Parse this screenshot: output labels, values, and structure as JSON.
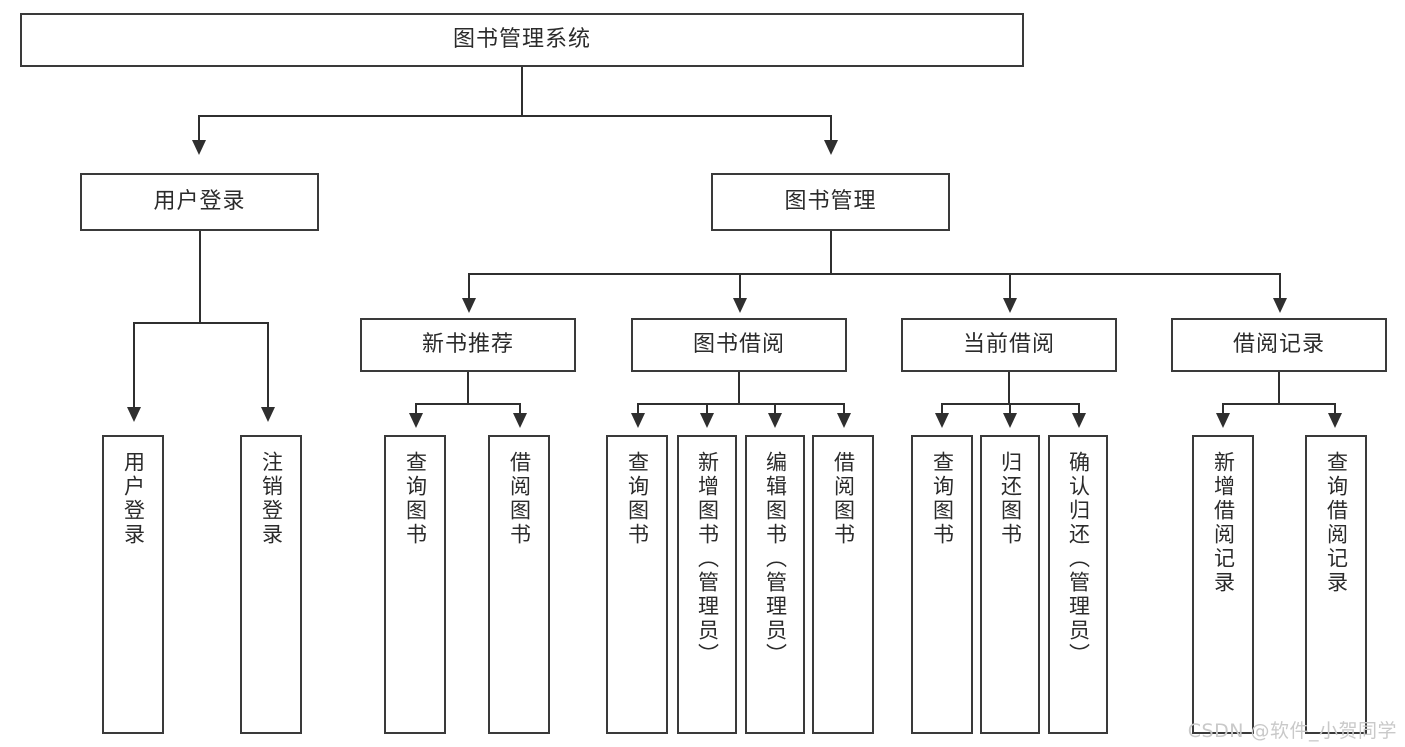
{
  "diagram": {
    "title": "图书管理系统",
    "type": "tree",
    "watermark": "CSDN @软件_小贺同学",
    "colors": {
      "box_border": "#3a3a3a",
      "connector": "#2f2f2f",
      "text": "#2b2b2b",
      "background": "#ffffff",
      "watermark": "#c9c9c9"
    },
    "root": {
      "label": "图书管理系统"
    },
    "level2": [
      {
        "label": "用户登录"
      },
      {
        "label": "图书管理"
      }
    ],
    "level3": [
      {
        "label": "新书推荐"
      },
      {
        "label": "图书借阅"
      },
      {
        "label": "当前借阅"
      },
      {
        "label": "借阅记录"
      }
    ],
    "leaves": {
      "user_login": [
        {
          "label": "用户登录"
        },
        {
          "label": "注销登录"
        }
      ],
      "new_book_recommend": [
        {
          "label": "查询图书"
        },
        {
          "label": "借阅图书"
        }
      ],
      "book_borrow": [
        {
          "label": "查询图书"
        },
        {
          "label": "新增图书（管理员）"
        },
        {
          "label": "编辑图书（管理员）"
        },
        {
          "label": "借阅图书"
        }
      ],
      "current_borrow": [
        {
          "label": "查询图书"
        },
        {
          "label": "归还图书"
        },
        {
          "label": "确认归还（管理员）"
        }
      ],
      "borrow_records": [
        {
          "label": "新增借阅记录"
        },
        {
          "label": "查询借阅记录"
        }
      ]
    }
  }
}
